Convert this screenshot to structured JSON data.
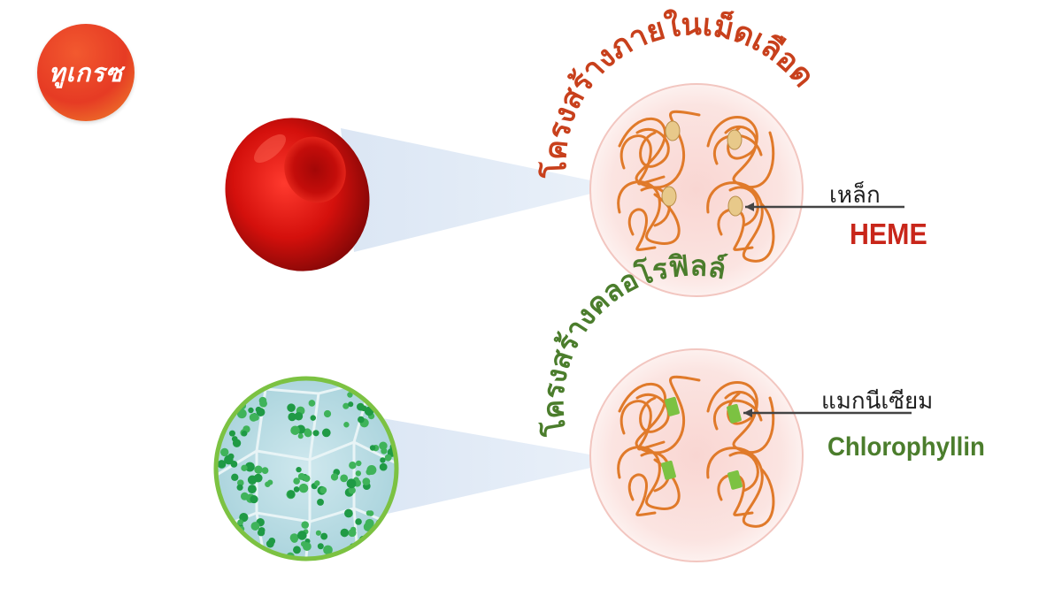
{
  "logo": {
    "text": "ทูเกรซ",
    "icon": "brand-logo"
  },
  "top": {
    "arc_title": "โครงสร้างภายในเม็ดเลือด",
    "element_label": "เหล็ก",
    "molecule_label": "HEME",
    "title_color": "#c8401c",
    "molecule_color": "#c8261a"
  },
  "bottom": {
    "arc_title": "โครงสร้างคลอโรฟิลล์",
    "element_label": "แมกนีเซียม",
    "molecule_label": "Chlorophyllin",
    "title_color": "#4b7d2c",
    "molecule_color": "#4b7d2c"
  },
  "colors": {
    "blood_cell": "#cc1010",
    "protein_strand": "#e07a2a",
    "iron_site": "#e8c98a",
    "magnesium_site": "#7cc242",
    "cell_border": "#7cc242"
  }
}
